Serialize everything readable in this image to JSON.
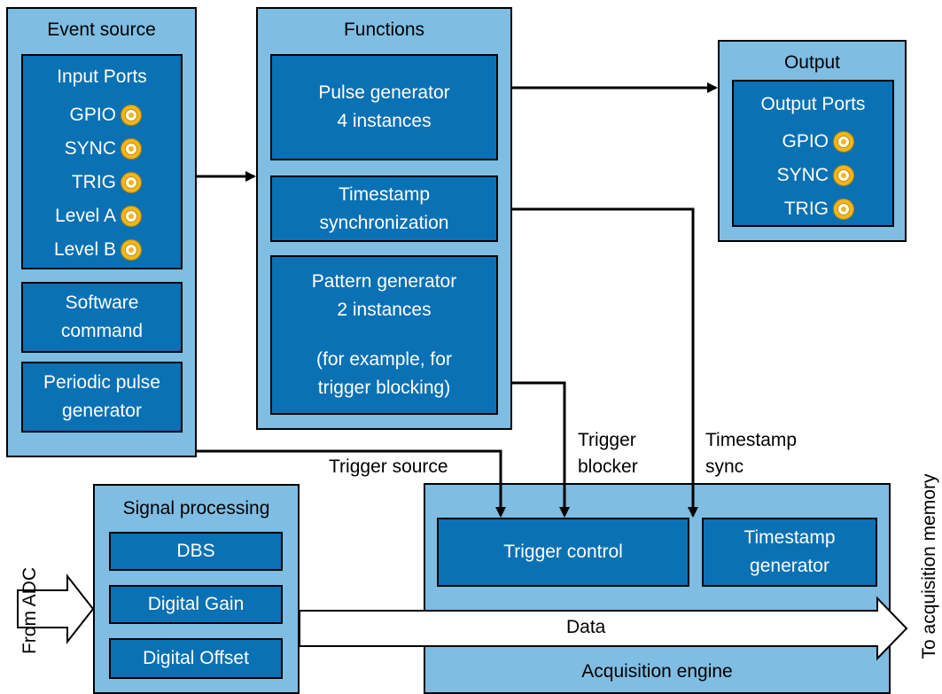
{
  "event_source": {
    "title": "Event source",
    "input_ports": {
      "title": "Input Ports",
      "ports": [
        "GPIO",
        "SYNC",
        "TRIG",
        "Level A",
        "Level B"
      ],
      "connector_icon": "sma-connector-icon"
    },
    "software_command": "Software command",
    "periodic_pulse_generator": "Periodic pulse generator"
  },
  "functions": {
    "title": "Functions",
    "pulse_generator": [
      "Pulse generator",
      "4 instances"
    ],
    "timestamp_sync": [
      "Timestamp",
      "synchronization"
    ],
    "pattern_generator": [
      "Pattern generator",
      "2 instances",
      "",
      "(for example, for",
      "trigger blocking)"
    ]
  },
  "output": {
    "title": "Output",
    "output_ports": {
      "title": "Output Ports",
      "ports": [
        "GPIO",
        "SYNC",
        "TRIG"
      ]
    }
  },
  "signal_processing": {
    "title": "Signal processing",
    "blocks": [
      "DBS",
      "Digital Gain",
      "Digital Offset"
    ]
  },
  "acquisition_engine": {
    "title": "Acquisition engine",
    "trigger_control": "Trigger control",
    "timestamp_generator": [
      "Timestamp",
      "generator"
    ]
  },
  "labels": {
    "trigger_source": "Trigger source",
    "trigger_blocker": [
      "Trigger",
      "blocker"
    ],
    "timestamp_sync": [
      "Timestamp",
      "sync"
    ],
    "from_adc": "From ADC",
    "data": "Data",
    "to_acquisition_memory": "To acquisition memory"
  },
  "colors": {
    "outer_box": "#7fbde2",
    "inner_box": "#0a71b4",
    "connector": "#f2b51c"
  }
}
